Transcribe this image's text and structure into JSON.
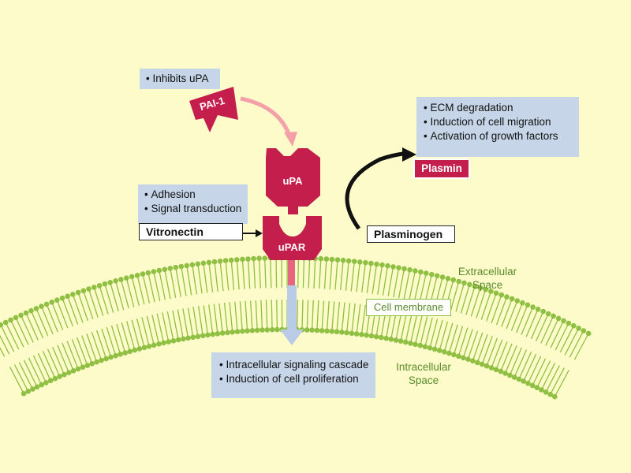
{
  "pai1": {
    "note": "Inhibits uPA",
    "label": "PAI-1"
  },
  "upa": {
    "label": "uPA"
  },
  "upar": {
    "label": "uPAR"
  },
  "upar_functions": [
    "Adhesion",
    "Signal transduction"
  ],
  "vitronectin": {
    "label": "Vitronectin"
  },
  "plasminogen": {
    "label": "Plasminogen"
  },
  "plasmin": {
    "label": "Plasmin",
    "effects": [
      "ECM degradation",
      "Induction of cell migration",
      "Activation of growth factors"
    ]
  },
  "membrane": {
    "label": "Cell membrane"
  },
  "spaces": {
    "extracellular": [
      "Extracellular",
      "Space"
    ],
    "intracellular": [
      "Intracellular",
      "Space"
    ]
  },
  "intracellular_effects": [
    "Intracellular signaling cascade",
    "Induction of cell proliferation"
  ],
  "colors": {
    "background": "#fdfbc9",
    "protein": "#c41e4c",
    "membrane": "#8fbf43",
    "info_box": "#c6d5e8",
    "arrow_pink": "#f4a0a8",
    "arrow_blue": "#b9cbe6"
  }
}
